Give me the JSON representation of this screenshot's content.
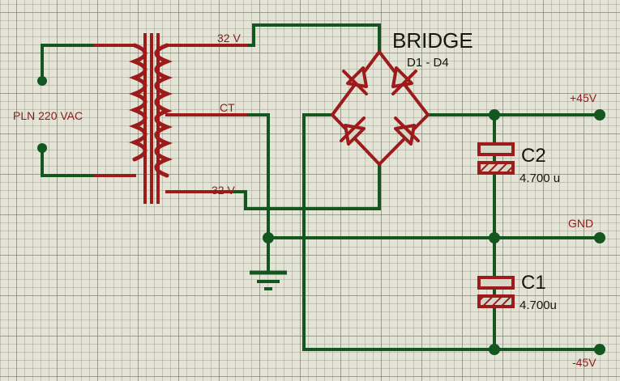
{
  "diagram": {
    "title": "Split-rail bridge rectifier power supply schematic",
    "colors": {
      "background": "#e3e4d6",
      "wire_red": "#9c1b1b",
      "wire_green": "#13561f",
      "label_red": "#8d1b1b",
      "label_black": "#16160f",
      "grid_minor": "#96998c",
      "grid_major": "#787d6e",
      "capacitor_fill": "#d6d7c6"
    }
  },
  "labels": {
    "mains": "PLN 220 VAC",
    "secondary_top": "32 V",
    "center_tap": "CT",
    "secondary_bottom": "32 V",
    "bridge_title": "BRIDGE",
    "bridge_refs": "D1 - D4",
    "rail_positive": "+45V",
    "rail_ground": "GND",
    "rail_negative": "-45V",
    "c2_name": "C2",
    "c2_value": "4.700 u",
    "c1_name": "C1",
    "c1_value": "4.700u"
  },
  "components": [
    {
      "name": "transformer-t1",
      "kind": "center-tapped-transformer",
      "primary_label": "PLN 220 VAC",
      "secondary_taps": [
        "32 V",
        "CT",
        "32 V"
      ]
    },
    {
      "name": "bridge-rectifier",
      "kind": "diode-bridge",
      "title": "BRIDGE",
      "refs": "D1 - D4",
      "diode_count": 4
    },
    {
      "name": "capacitor-c2",
      "kind": "electrolytic-capacitor",
      "designator": "C2",
      "value": "4.700 u"
    },
    {
      "name": "capacitor-c1",
      "kind": "electrolytic-capacitor",
      "designator": "C1",
      "value": "4.700u"
    },
    {
      "name": "earth-ground",
      "kind": "ground-symbol"
    }
  ],
  "terminals": [
    {
      "name": "terminal-positive",
      "label": "+45V"
    },
    {
      "name": "terminal-ground",
      "label": "GND"
    },
    {
      "name": "terminal-negative",
      "label": "-45V"
    }
  ]
}
